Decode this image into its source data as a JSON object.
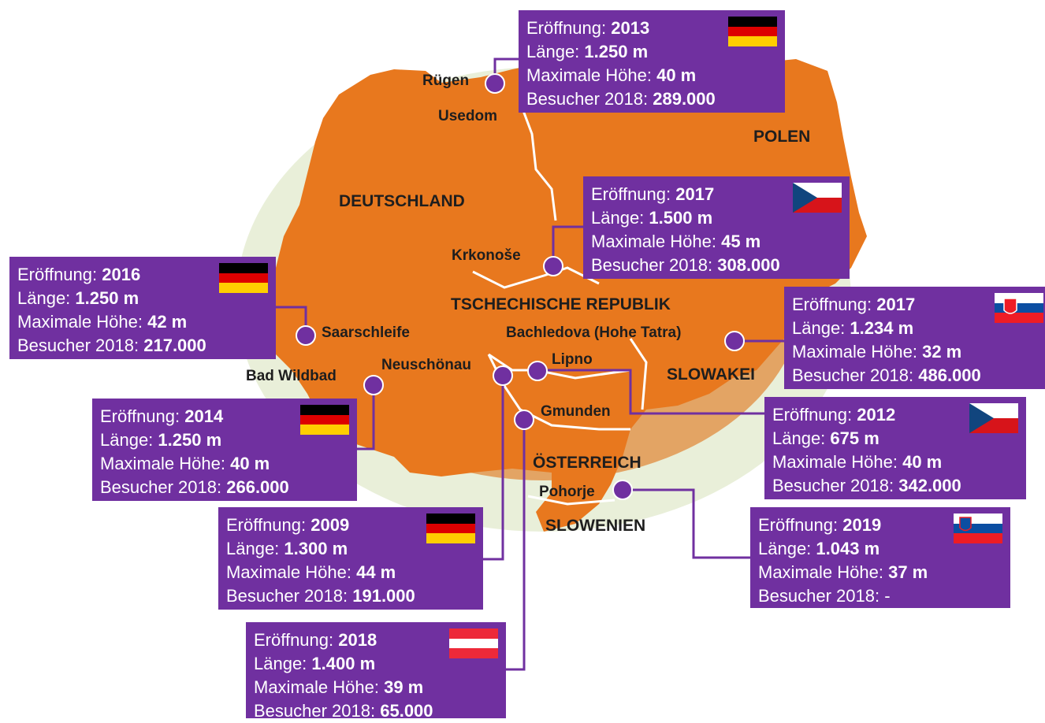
{
  "countries": {
    "deutschland": "DEUTSCHLAND",
    "polen": "POLEN",
    "tschechien": "TSCHECHISCHE REPUBLIK",
    "slowakei": "SLOWAKEI",
    "oesterreich": "ÖSTERREICH",
    "slowenien": "SLOWENIEN"
  },
  "places": {
    "ruegen": "Rügen",
    "usedom": "Usedom",
    "krkonose": "Krkonoše",
    "saarschleife": "Saarschleife",
    "bad_wildbad": "Bad Wildbad",
    "neuschoenau": "Neuschönau",
    "lipno": "Lipno",
    "bachledova": "Bachledova (Hohe Tatra)",
    "gmunden": "Gmunden",
    "pohorje": "Pohorje"
  },
  "labels": {
    "opening": "Eröffnung: ",
    "length": "Länge: ",
    "max_height": "Maximale Höhe: ",
    "visitors": "Besucher 2018: "
  },
  "boxes": {
    "ruegen": {
      "opening": "2013",
      "length": "1.250 m",
      "height": "40 m",
      "visitors": "289.000",
      "flag": "germany-flag"
    },
    "krkonose": {
      "opening": "2017",
      "length": "1.500 m",
      "height": "45 m",
      "visitors": "308.000",
      "flag": "czech-flag"
    },
    "saarschleife": {
      "opening": "2016",
      "length": "1.250 m",
      "height": "42 m",
      "visitors": "217.000",
      "flag": "germany-flag"
    },
    "bachledova": {
      "opening": "2017",
      "length": "1.234 m",
      "height": "32 m",
      "visitors": "486.000",
      "flag": "slovakia-flag"
    },
    "bad_wildbad": {
      "opening": "2014",
      "length": "1.250 m",
      "height": "40 m",
      "visitors": "266.000",
      "flag": "germany-flag"
    },
    "lipno": {
      "opening": "2012",
      "length": "675 m",
      "height": "40 m",
      "visitors": "342.000",
      "flag": "czech-flag"
    },
    "neuschoenau": {
      "opening": "2009",
      "length": "1.300 m",
      "height": "44 m",
      "visitors": "191.000",
      "flag": "germany-flag"
    },
    "pohorje": {
      "opening": "2019",
      "length": "1.043 m",
      "height": "37 m",
      "visitors": "-",
      "flag": "slovenia-flag"
    },
    "gmunden": {
      "opening": "2018",
      "length": "1.400 m",
      "height": "39 m",
      "visitors": "65.000",
      "flag": "austria-flag"
    }
  },
  "colors": {
    "land": "#e8781e",
    "halo_outer": "#e9efd9",
    "halo_inner": "#e3a464",
    "box": "#7030a0",
    "border": "#ffffff"
  }
}
